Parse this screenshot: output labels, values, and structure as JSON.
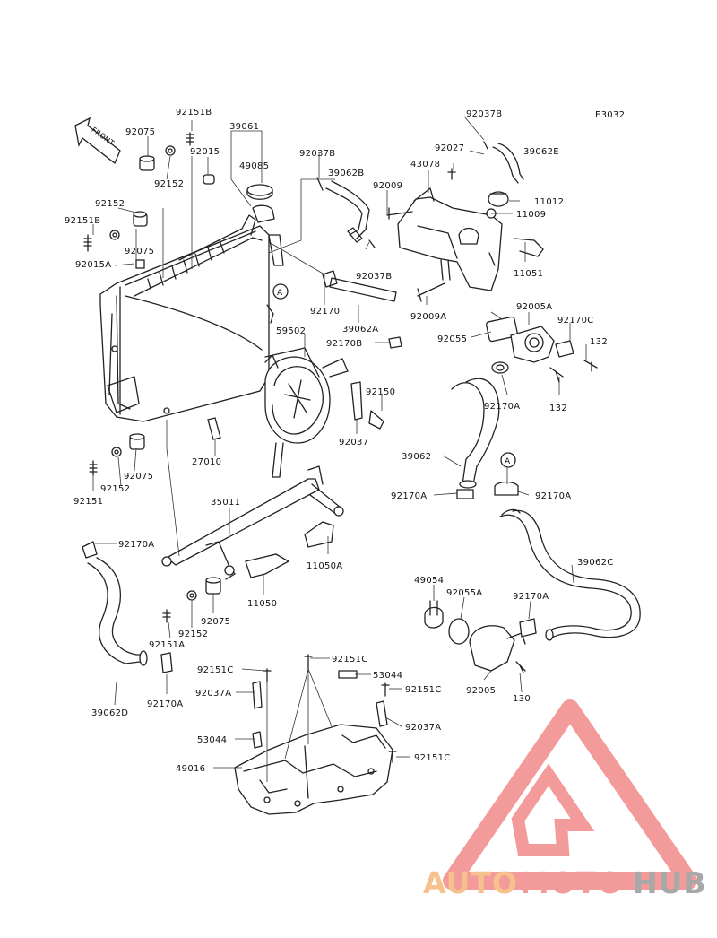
{
  "diagram_code": "E3032",
  "front_label": "FRONT",
  "callout_a": "A",
  "callout_a2": "A",
  "labels": [
    {
      "id": "l1",
      "text": "92151B"
    },
    {
      "id": "l2",
      "text": "39061"
    },
    {
      "id": "l3",
      "text": "92075"
    },
    {
      "id": "l4",
      "text": "92015"
    },
    {
      "id": "l5",
      "text": "49085"
    },
    {
      "id": "l6",
      "text": "92152"
    },
    {
      "id": "l7",
      "text": "92152"
    },
    {
      "id": "l8",
      "text": "92151B"
    },
    {
      "id": "l9",
      "text": "92075"
    },
    {
      "id": "l10",
      "text": "92015A"
    },
    {
      "id": "l11",
      "text": "92037B"
    },
    {
      "id": "l12",
      "text": "39062B"
    },
    {
      "id": "l13",
      "text": "92037B"
    },
    {
      "id": "l14",
      "text": "92027"
    },
    {
      "id": "l15",
      "text": "39062E"
    },
    {
      "id": "l16",
      "text": "43078"
    },
    {
      "id": "l17",
      "text": "92009"
    },
    {
      "id": "l18",
      "text": "11012"
    },
    {
      "id": "l19",
      "text": "11009"
    },
    {
      "id": "l20",
      "text": "11051"
    },
    {
      "id": "l21",
      "text": "92037B"
    },
    {
      "id": "l22",
      "text": "92170"
    },
    {
      "id": "l23",
      "text": "39062A"
    },
    {
      "id": "l24",
      "text": "92009A"
    },
    {
      "id": "l25",
      "text": "92005A"
    },
    {
      "id": "l26",
      "text": "92170C"
    },
    {
      "id": "l27",
      "text": "92055"
    },
    {
      "id": "l28",
      "text": "132"
    },
    {
      "id": "l29",
      "text": "59502"
    },
    {
      "id": "l30",
      "text": "92170B"
    },
    {
      "id": "l31",
      "text": "92150"
    },
    {
      "id": "l32",
      "text": "92170A"
    },
    {
      "id": "l33",
      "text": "132"
    },
    {
      "id": "l34",
      "text": "92037"
    },
    {
      "id": "l35",
      "text": "27010"
    },
    {
      "id": "l36",
      "text": "92075"
    },
    {
      "id": "l37",
      "text": "92152"
    },
    {
      "id": "l38",
      "text": "92151"
    },
    {
      "id": "l39",
      "text": "39062"
    },
    {
      "id": "l40",
      "text": "92170A"
    },
    {
      "id": "l41",
      "text": "92170A"
    },
    {
      "id": "l42",
      "text": "35011"
    },
    {
      "id": "l43",
      "text": "92170A"
    },
    {
      "id": "l44",
      "text": "11050A"
    },
    {
      "id": "l45",
      "text": "39062C"
    },
    {
      "id": "l46",
      "text": "49054"
    },
    {
      "id": "l47",
      "text": "92055A"
    },
    {
      "id": "l48",
      "text": "92170A"
    },
    {
      "id": "l49",
      "text": "11050"
    },
    {
      "id": "l50",
      "text": "92075"
    },
    {
      "id": "l51",
      "text": "92152"
    },
    {
      "id": "l52",
      "text": "92151A"
    },
    {
      "id": "l53",
      "text": "92151C"
    },
    {
      "id": "l54",
      "text": "92151C"
    },
    {
      "id": "l55",
      "text": "53044"
    },
    {
      "id": "l56",
      "text": "92037A"
    },
    {
      "id": "l57",
      "text": "92151C"
    },
    {
      "id": "l58",
      "text": "92005"
    },
    {
      "id": "l59",
      "text": "130"
    },
    {
      "id": "l60",
      "text": "39062D"
    },
    {
      "id": "l61",
      "text": "92170A"
    },
    {
      "id": "l62",
      "text": "92037A"
    },
    {
      "id": "l63",
      "text": "53044"
    },
    {
      "id": "l64",
      "text": "92151C"
    },
    {
      "id": "l65",
      "text": "49016"
    }
  ],
  "watermark": {
    "part1": "AUTO",
    "part2": "MOTO",
    "part3": "HUB",
    "color_orange": "#f5b77a",
    "color_red": "#f28a8a",
    "color_gray": "#9a9a9a"
  }
}
